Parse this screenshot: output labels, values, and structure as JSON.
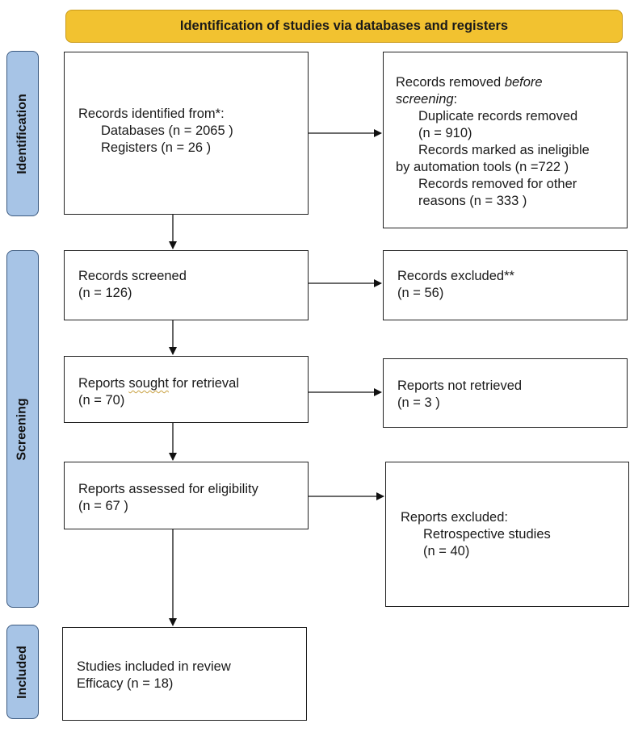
{
  "banner": {
    "title": "Identification of studies via databases and registers"
  },
  "phases": {
    "identification": "Identification",
    "screening": "Screening",
    "included": "Included"
  },
  "identified": {
    "heading": "Records identified from*:",
    "databases": "Databases (n = 2065 )",
    "registers": "Registers (n = 26 )"
  },
  "removed": {
    "heading_prefix": "Records removed ",
    "heading_italic_1": "before",
    "heading_italic_2": "screening",
    "heading_suffix": ":",
    "duplicate": "Duplicate records removed",
    "duplicate_n": "(n = 910)",
    "ineligible_1": "Records marked as ineligible",
    "ineligible_2": "by automation tools (n =722 )",
    "other_1": "Records removed for other",
    "other_2": "reasons (n = 333 )"
  },
  "screened": {
    "label": "Records screened",
    "n": "(n = 126)"
  },
  "excluded": {
    "label": "Records excluded**",
    "n": "(n = 56)"
  },
  "sought": {
    "label_pre": "Reports ",
    "label_squig": "sought",
    "label_post": " for retrieval",
    "n": "(n = 70)"
  },
  "not_retrieved": {
    "label": "Reports not retrieved",
    "n": "(n = 3 )"
  },
  "assessed": {
    "label": "Reports assessed for eligibility",
    "n": "(n = 67 )"
  },
  "reports_excluded": {
    "heading": "Reports excluded:",
    "reason": "Retrospective studies",
    "n": "(n = 40)"
  },
  "included_box": {
    "label": "Studies included in review",
    "efficacy": "Efficacy (n = 18)"
  }
}
